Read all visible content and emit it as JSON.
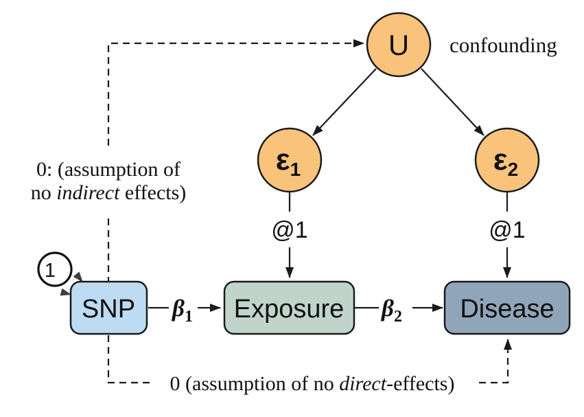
{
  "diagram": {
    "background": "#ffffff",
    "line_color": "#1a1a1a",
    "nodes": {
      "u": {
        "label": "U",
        "shape": "circle",
        "fill": "#FAC37C",
        "annotation": "confounding"
      },
      "eps1": {
        "symbol": "ε",
        "sub": "1",
        "shape": "circle",
        "fill": "#FAC37C",
        "loading_label": "@1"
      },
      "eps2": {
        "symbol": "ε",
        "sub": "2",
        "shape": "circle",
        "fill": "#FAC37C",
        "loading_label": "@1"
      },
      "snp": {
        "label": "SNP",
        "shape": "rounded-rect",
        "fill": "#BDDBF2",
        "variance_label": "1"
      },
      "exposure": {
        "label": "Exposure",
        "shape": "rounded-rect",
        "fill": "#C0D4CC"
      },
      "disease": {
        "label": "Disease",
        "shape": "rounded-rect",
        "fill": "#91A5BA"
      }
    },
    "paths": {
      "beta1": {
        "symbol": "β",
        "sub": "1",
        "from": "SNP",
        "to": "Exposure"
      },
      "beta2": {
        "symbol": "β",
        "sub": "2",
        "from": "Exposure",
        "to": "Disease"
      },
      "indirect_assumption": {
        "line1": "0: (assumption of",
        "line2_pre": "no ",
        "line2_em": "indirect",
        "line2_post": " effects)"
      },
      "direct_assumption": {
        "pre": "0 (assumption of no ",
        "em": "direct",
        "post": "-effects)"
      }
    }
  }
}
